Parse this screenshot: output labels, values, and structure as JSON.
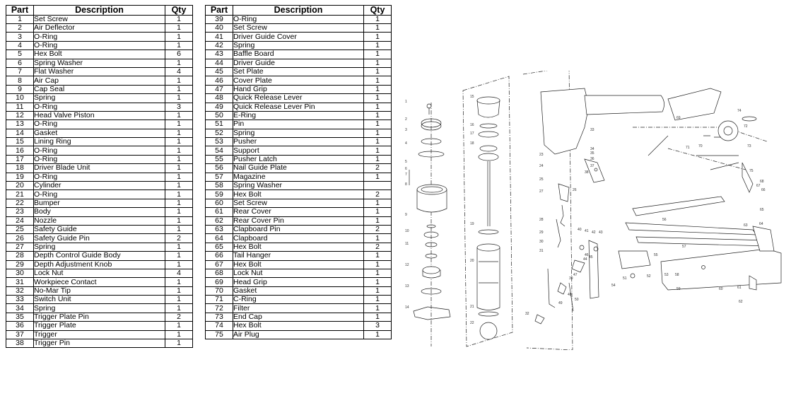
{
  "headers": {
    "part": "Part",
    "description": "Description",
    "qty": "Qty"
  },
  "left_table": [
    {
      "part": "1",
      "description": "Set Screw",
      "qty": "1"
    },
    {
      "part": "2",
      "description": "Air Deflector",
      "qty": "1"
    },
    {
      "part": "3",
      "description": "O-Ring",
      "qty": "1"
    },
    {
      "part": "4",
      "description": "O-Ring",
      "qty": "1"
    },
    {
      "part": "5",
      "description": "Hex Bolt",
      "qty": "6"
    },
    {
      "part": "6",
      "description": "Spring Washer",
      "qty": "1"
    },
    {
      "part": "7",
      "description": "Flat Washer",
      "qty": "4"
    },
    {
      "part": "8",
      "description": "Air Cap",
      "qty": "1"
    },
    {
      "part": "9",
      "description": "Cap Seal",
      "qty": "1"
    },
    {
      "part": "10",
      "description": "Spring",
      "qty": "1"
    },
    {
      "part": "11",
      "description": "O-Ring",
      "qty": "3"
    },
    {
      "part": "12",
      "description": "Head Valve Piston",
      "qty": "1"
    },
    {
      "part": "13",
      "description": "O-Ring",
      "qty": "1"
    },
    {
      "part": "14",
      "description": "Gasket",
      "qty": "1"
    },
    {
      "part": "15",
      "description": "Lining Ring",
      "qty": "1"
    },
    {
      "part": "16",
      "description": "O-Ring",
      "qty": "1"
    },
    {
      "part": "17",
      "description": "O-Ring",
      "qty": "1"
    },
    {
      "part": "18",
      "description": "Driver Blade Unit",
      "qty": "1"
    },
    {
      "part": "19",
      "description": "O-Ring",
      "qty": "1"
    },
    {
      "part": "20",
      "description": "Cylinder",
      "qty": "1"
    },
    {
      "part": "21",
      "description": "O-Ring",
      "qty": "1"
    },
    {
      "part": "22",
      "description": "Bumper",
      "qty": "1"
    },
    {
      "part": "23",
      "description": "Body",
      "qty": "1"
    },
    {
      "part": "24",
      "description": "Nozzle",
      "qty": "1"
    },
    {
      "part": "25",
      "description": "Safety Guide",
      "qty": "1"
    },
    {
      "part": "26",
      "description": "Safety Guide Pin",
      "qty": "2"
    },
    {
      "part": "27",
      "description": "Spring",
      "qty": "1"
    },
    {
      "part": "28",
      "description": "Depth Control Guide Body",
      "qty": "1"
    },
    {
      "part": "29",
      "description": "Depth Adjustment Knob",
      "qty": "1"
    },
    {
      "part": "30",
      "description": "Lock Nut",
      "qty": "4"
    },
    {
      "part": "31",
      "description": "Workpiece Contact",
      "qty": "1"
    },
    {
      "part": "32",
      "description": "No-Mar Tip",
      "qty": "1"
    },
    {
      "part": "33",
      "description": "Switch Unit",
      "qty": "1"
    },
    {
      "part": "34",
      "description": "Spring",
      "qty": "1"
    },
    {
      "part": "35",
      "description": "Trigger Plate Pin",
      "qty": "2"
    },
    {
      "part": "36",
      "description": "Trigger Plate",
      "qty": "1"
    },
    {
      "part": "37",
      "description": "Trigger",
      "qty": "1"
    },
    {
      "part": "38",
      "description": "Trigger Pin",
      "qty": "1"
    }
  ],
  "right_table": [
    {
      "part": "39",
      "description": "O-Ring",
      "qty": "1"
    },
    {
      "part": "40",
      "description": "Set Screw",
      "qty": "1"
    },
    {
      "part": "41",
      "description": "Driver Guide Cover",
      "qty": "1"
    },
    {
      "part": "42",
      "description": "Spring",
      "qty": "1"
    },
    {
      "part": "43",
      "description": "Baffle Board",
      "qty": "1"
    },
    {
      "part": "44",
      "description": "Driver Guide",
      "qty": "1"
    },
    {
      "part": "45",
      "description": "Set Plate",
      "qty": "1"
    },
    {
      "part": "46",
      "description": "Cover Plate",
      "qty": "1"
    },
    {
      "part": "47",
      "description": "Hand Grip",
      "qty": "1"
    },
    {
      "part": "48",
      "description": "Quick Release Lever",
      "qty": "1"
    },
    {
      "part": "49",
      "description": "Quick Release Lever Pin",
      "qty": "1"
    },
    {
      "part": "50",
      "description": "E-Ring",
      "qty": "1"
    },
    {
      "part": "51",
      "description": "Pin",
      "qty": "1"
    },
    {
      "part": "52",
      "description": "Spring",
      "qty": "1"
    },
    {
      "part": "53",
      "description": "Pusher",
      "qty": "1"
    },
    {
      "part": "54",
      "description": "Support",
      "qty": "1"
    },
    {
      "part": "55",
      "description": "Pusher Latch",
      "qty": "1"
    },
    {
      "part": "56",
      "description": "Nail Guide Plate",
      "qty": "2"
    },
    {
      "part": "57",
      "description": "Magazine",
      "qty": "1"
    },
    {
      "part": "58",
      "description": "Spring Washer",
      "qty": ""
    },
    {
      "part": "59",
      "description": "Hex Bolt",
      "qty": "2"
    },
    {
      "part": "60",
      "description": "Set Screw",
      "qty": "1"
    },
    {
      "part": "61",
      "description": "Rear Cover",
      "qty": "1"
    },
    {
      "part": "62",
      "description": "Rear Cover Pin",
      "qty": "1"
    },
    {
      "part": "63",
      "description": "Clapboard Pin",
      "qty": "2"
    },
    {
      "part": "64",
      "description": "Clapboard",
      "qty": "1"
    },
    {
      "part": "65",
      "description": "Hex Bolt",
      "qty": "2"
    },
    {
      "part": "66",
      "description": "Tail Hanger",
      "qty": "1"
    },
    {
      "part": "67",
      "description": "Hex Bolt",
      "qty": "1"
    },
    {
      "part": "68",
      "description": "Lock Nut",
      "qty": "1"
    },
    {
      "part": "69",
      "description": "Head Grip",
      "qty": "1"
    },
    {
      "part": "70",
      "description": "Gasket",
      "qty": "1"
    },
    {
      "part": "71",
      "description": "C-Ring",
      "qty": "1"
    },
    {
      "part": "72",
      "description": "Filter",
      "qty": "1"
    },
    {
      "part": "73",
      "description": "End Cap",
      "qty": "1"
    },
    {
      "part": "74",
      "description": "Hex Bolt",
      "qty": "3"
    },
    {
      "part": "75",
      "description": "Air Plug",
      "qty": "1"
    }
  ],
  "diagram": {
    "callouts": [
      "1",
      "2",
      "3",
      "4",
      "5",
      "6",
      "7",
      "8",
      "9",
      "10",
      "11",
      "12",
      "13",
      "14",
      "15",
      "16",
      "17",
      "18",
      "19",
      "20",
      "21",
      "22",
      "23",
      "24",
      "25",
      "26",
      "27",
      "28",
      "29",
      "30",
      "31",
      "32",
      "33",
      "34",
      "35",
      "36",
      "37",
      "38",
      "39",
      "40",
      "41",
      "42",
      "43",
      "44",
      "45",
      "46",
      "47",
      "48",
      "49",
      "50",
      "51",
      "52",
      "53",
      "54",
      "55",
      "56",
      "57",
      "58",
      "59",
      "60",
      "61",
      "62",
      "63",
      "64",
      "65",
      "66",
      "67",
      "68",
      "69",
      "70",
      "71",
      "72",
      "73",
      "74",
      "75"
    ]
  }
}
